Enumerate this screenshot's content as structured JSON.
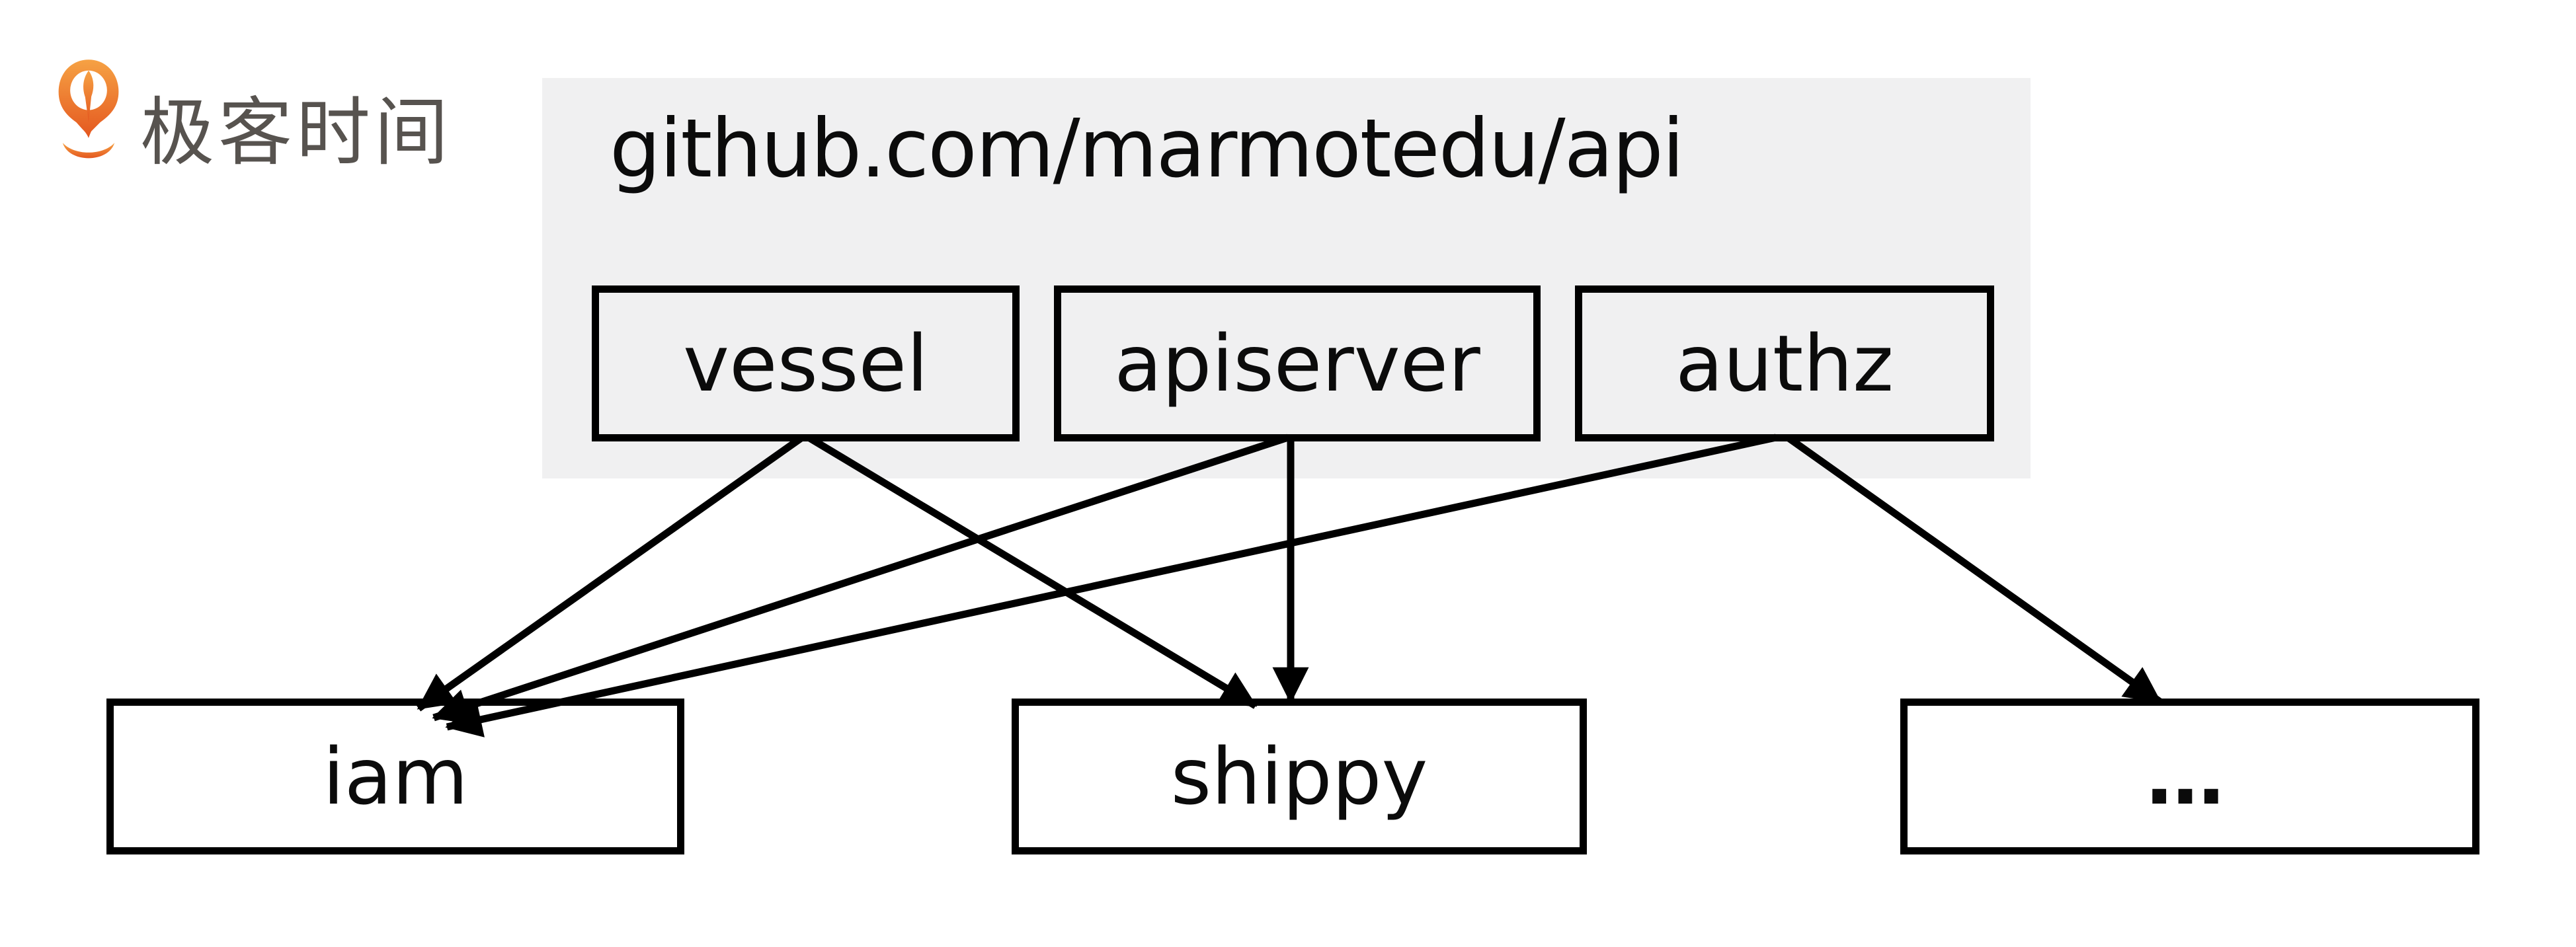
{
  "logo": {
    "brand_text": "极客时间",
    "icon": "geektime-logo",
    "icon_color_top": "#f6a244",
    "icon_color_bottom": "#e4571f",
    "text_color": "#57534f"
  },
  "repo_panel": {
    "title": "github.com/marmotedu/api",
    "bg_color": "#f0f0f1",
    "modules": [
      {
        "label": "vessel"
      },
      {
        "label": "apiserver"
      },
      {
        "label": "authz"
      }
    ]
  },
  "projects": [
    {
      "label": "iam"
    },
    {
      "label": "shippy"
    },
    {
      "label": "…"
    }
  ],
  "edges": [
    {
      "from": "vessel",
      "to": "iam"
    },
    {
      "from": "vessel",
      "to": "shippy"
    },
    {
      "from": "apiserver",
      "to": "iam"
    },
    {
      "from": "apiserver",
      "to": "shippy"
    },
    {
      "from": "authz",
      "to": "iam"
    },
    {
      "from": "authz",
      "to": "…"
    }
  ],
  "colors": {
    "background": "#ffffff",
    "panel_bg": "#f0f0f1",
    "line": "#000000",
    "box_border": "#000000",
    "bottom_box_fill": "#ffffff"
  }
}
